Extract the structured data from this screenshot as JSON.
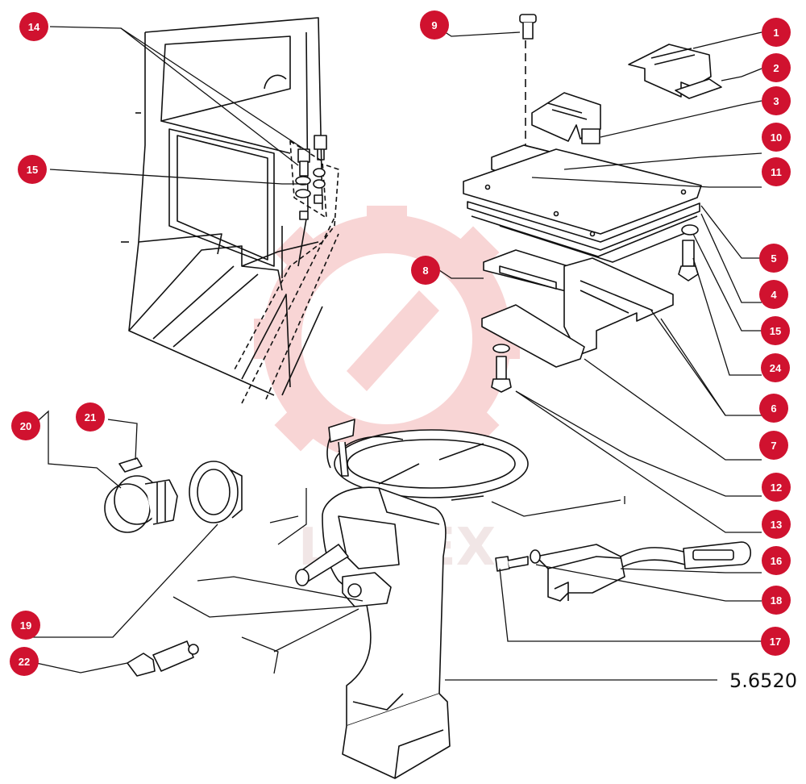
{
  "figure": {
    "reference_code": "5.6520",
    "watermark_text": "LIFTEX",
    "badge_color": "#d0122f",
    "watermark_color": "#f3b4b4",
    "line_color": "#111111"
  },
  "callouts": [
    {
      "number": "14",
      "side": "left"
    },
    {
      "number": "15",
      "side": "left"
    },
    {
      "number": "20",
      "side": "left"
    },
    {
      "number": "21",
      "side": "left"
    },
    {
      "number": "19",
      "side": "left"
    },
    {
      "number": "22",
      "side": "left"
    },
    {
      "number": "9",
      "side": "top"
    },
    {
      "number": "8",
      "side": "center"
    },
    {
      "number": "1",
      "side": "right"
    },
    {
      "number": "2",
      "side": "right"
    },
    {
      "number": "3",
      "side": "right"
    },
    {
      "number": "10",
      "side": "right"
    },
    {
      "number": "11",
      "side": "right"
    },
    {
      "number": "5",
      "side": "right"
    },
    {
      "number": "4",
      "side": "right"
    },
    {
      "number": "15",
      "side": "right"
    },
    {
      "number": "24",
      "side": "right"
    },
    {
      "number": "6",
      "side": "right"
    },
    {
      "number": "7",
      "side": "right"
    },
    {
      "number": "12",
      "side": "right"
    },
    {
      "number": "13",
      "side": "right"
    },
    {
      "number": "16",
      "side": "right"
    },
    {
      "number": "18",
      "side": "right"
    },
    {
      "number": "17",
      "side": "right"
    }
  ]
}
